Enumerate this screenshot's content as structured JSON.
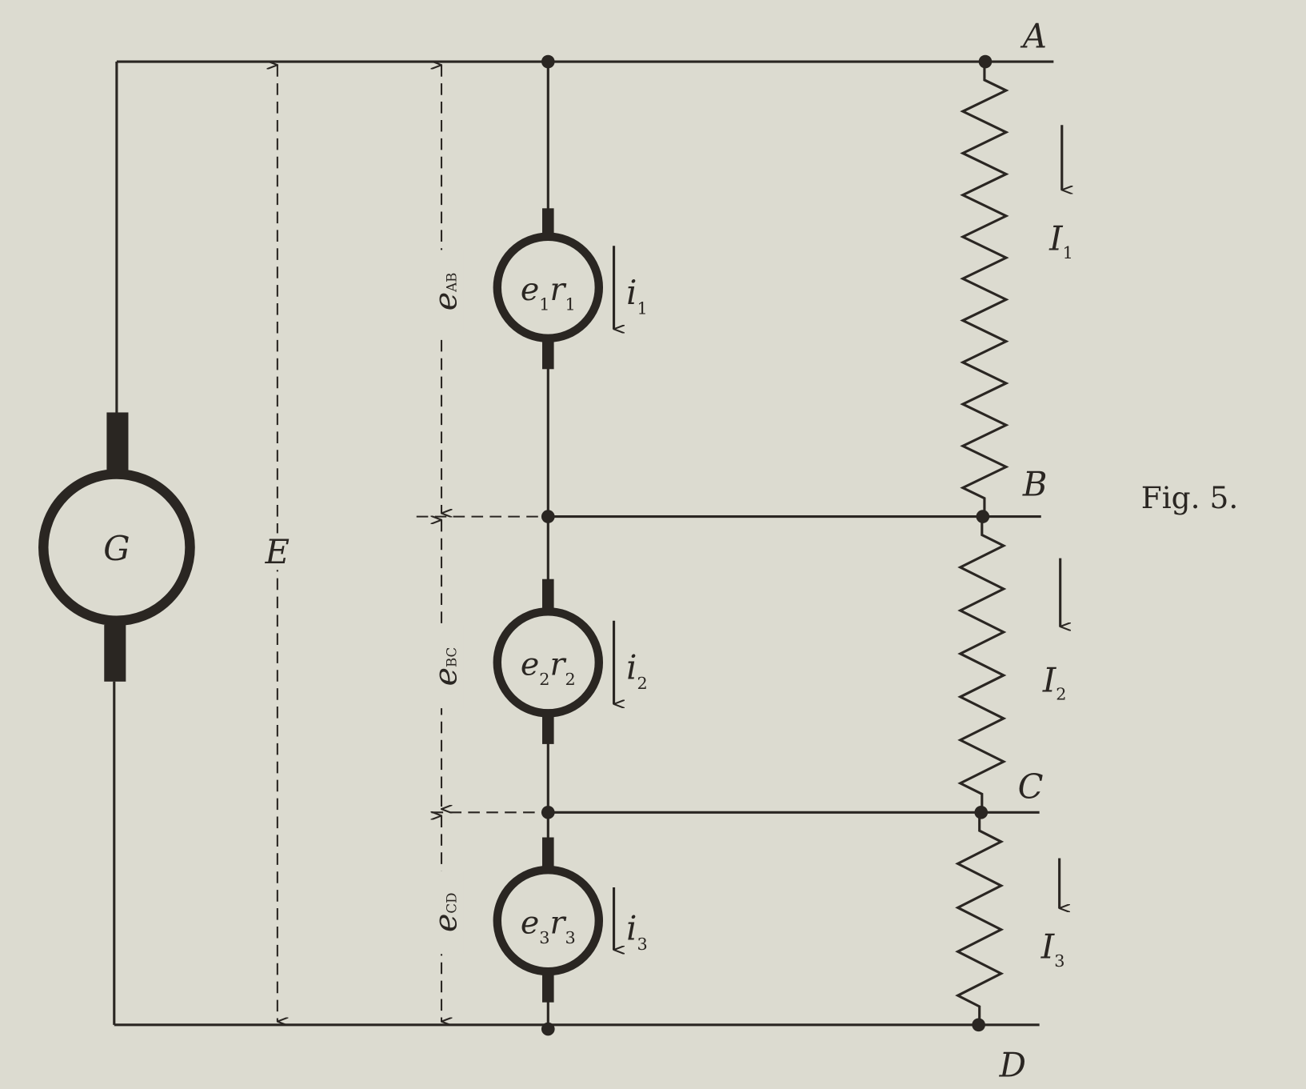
{
  "figure_label": "Fig. 5.",
  "nodes": {
    "a": "A",
    "b": "B",
    "c": "C",
    "d": "D"
  },
  "generator": {
    "label": "G"
  },
  "voltage_total": "E",
  "voltages": [
    {
      "base": "e",
      "sub": "AB"
    },
    {
      "base": "e",
      "sub": "BC"
    },
    {
      "base": "e",
      "sub": "CD"
    }
  ],
  "machines": [
    {
      "e": "e",
      "e_sub": "1",
      "r": "r",
      "r_sub": "1",
      "i": "i",
      "i_sub": "1"
    },
    {
      "e": "e",
      "e_sub": "2",
      "r": "r",
      "r_sub": "2",
      "i": "i",
      "i_sub": "2"
    },
    {
      "e": "e",
      "e_sub": "3",
      "r": "r",
      "r_sub": "3",
      "i": "i",
      "i_sub": "3"
    }
  ],
  "currents": [
    {
      "base": "I",
      "sub": "1"
    },
    {
      "base": "I",
      "sub": "2"
    },
    {
      "base": "I",
      "sub": "3"
    }
  ]
}
